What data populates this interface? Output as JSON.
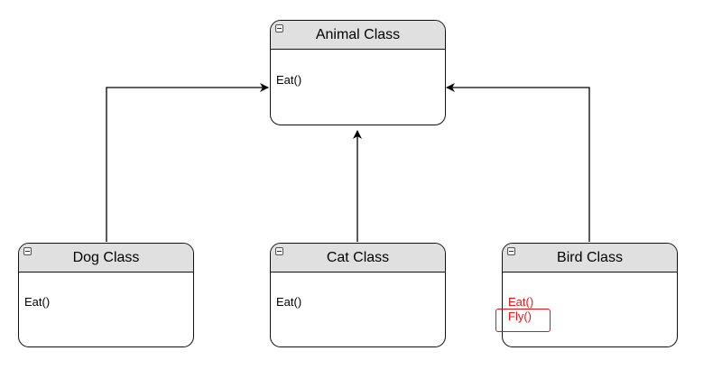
{
  "colors": {
    "header_fill": "#e0e0e0",
    "border": "#111111",
    "highlight": "#ee1111"
  },
  "classes": {
    "animal": {
      "title": "Animal Class",
      "methods": [
        "Eat()"
      ]
    },
    "dog": {
      "title": "Dog Class",
      "methods": [
        "Eat()"
      ]
    },
    "cat": {
      "title": "Cat Class",
      "methods": [
        "Eat()"
      ]
    },
    "bird": {
      "title": "Bird Class",
      "methods": [
        "Eat()",
        "Fly()"
      ]
    }
  },
  "icons": {
    "collapse": "minus-square-icon",
    "arrowhead": "filled-arrowhead"
  }
}
